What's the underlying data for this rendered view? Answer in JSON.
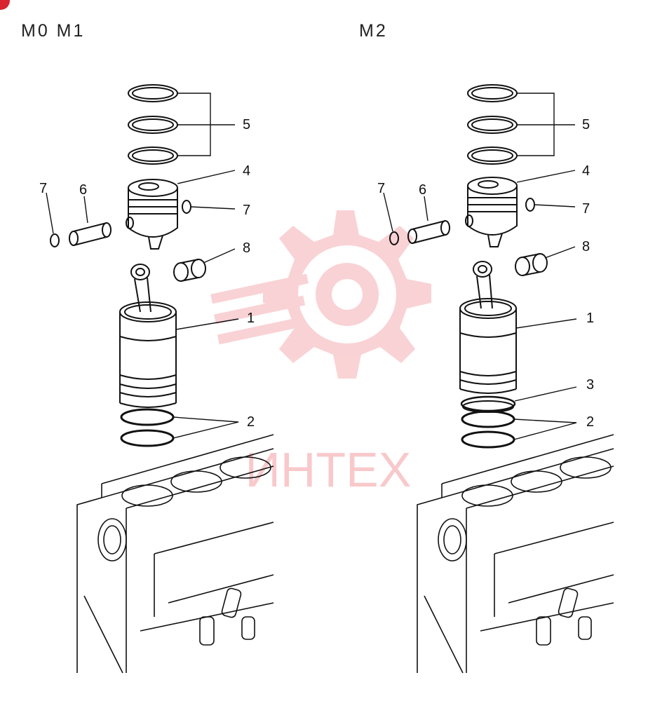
{
  "variants": [
    {
      "label": "M0 M1",
      "callouts": [
        "5",
        "4",
        "7",
        "6",
        "7",
        "8",
        "1",
        "2"
      ]
    },
    {
      "label": "M2",
      "callouts": [
        "5",
        "4",
        "7",
        "6",
        "7",
        "8",
        "1",
        "3",
        "2"
      ]
    }
  ],
  "watermark": {
    "text": "ИНТЕХ",
    "color": "#f4a6aa",
    "icon": "gear-wrench-logo"
  },
  "corner_badge_color": "#d9232e"
}
